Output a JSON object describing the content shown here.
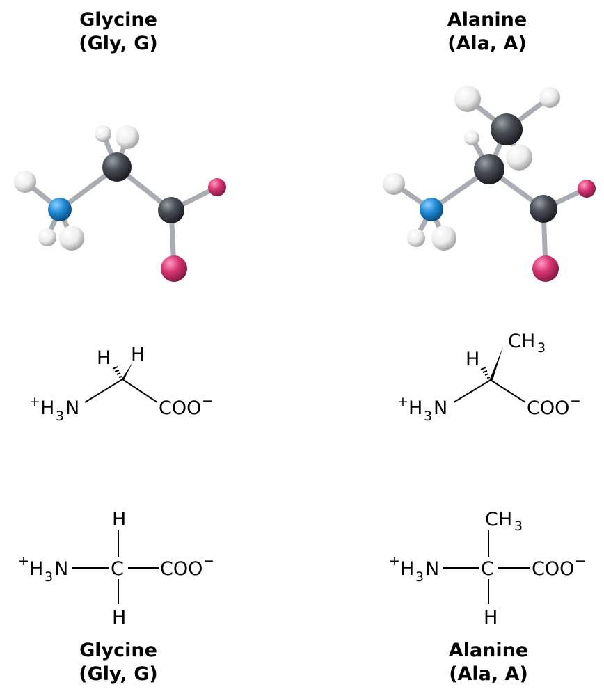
{
  "glycine": {
    "name": "Glycine",
    "abbrev": "(Gly, G)",
    "labels": {
      "h_left": "H",
      "h_right": "H",
      "h_top": "H",
      "h_bottom": "H",
      "amine": "H",
      "amine_charge": "+",
      "amine_sub": "3",
      "amine_n": "N",
      "alpha_c": "C",
      "carboxylate": "COO",
      "carboxylate_charge": "−"
    }
  },
  "alanine": {
    "name": "Alanine",
    "abbrev": "(Ala, A)",
    "labels": {
      "h_left": "H",
      "methyl": "CH",
      "methyl_sub": "3",
      "h_bottom": "H",
      "amine": "H",
      "amine_charge": "+",
      "amine_sub": "3",
      "amine_n": "N",
      "alpha_c": "C",
      "carboxylate": "COO",
      "carboxylate_charge": "−"
    }
  },
  "colors": {
    "carbon": "#3a3d42",
    "nitrogen": "#1e8ad6",
    "oxygen": "#d6336f",
    "hydrogen": "#eeeeee",
    "bond": "#b3b6ba"
  }
}
